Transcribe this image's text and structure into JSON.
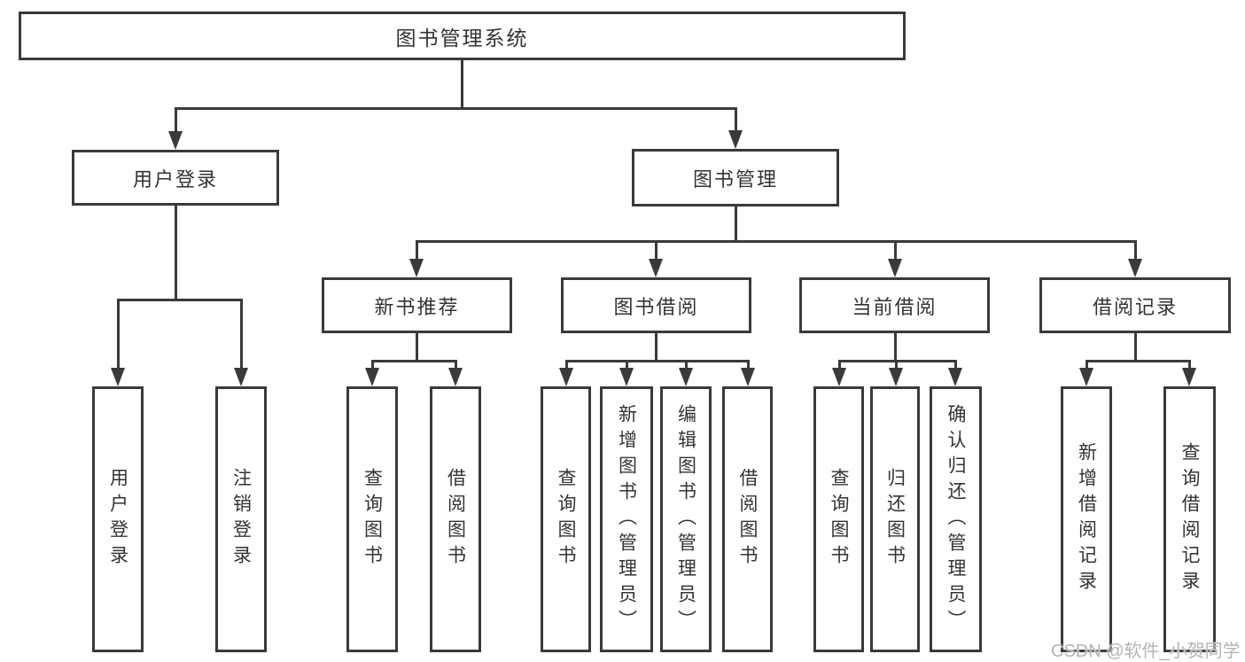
{
  "nodes": {
    "root": "图书管理系统",
    "level1": [
      "用户登录",
      "图书管理"
    ],
    "level2": [
      "新书推荐",
      "图书借阅",
      "当前借阅",
      "借阅记录"
    ],
    "leaves": [
      "用户登录",
      "注销登录",
      "查询图书",
      "借阅图书",
      "查询图书",
      "新增图书（管理员）",
      "编辑图书（管理员）",
      "借阅图书",
      "查询图书",
      "归还图书",
      "确认归还（管理员）",
      "新增借阅记录",
      "查询借阅记录"
    ]
  },
  "watermark": "CSDN @软件_小贺同学",
  "colors": {
    "line": "#3a3a3a",
    "border": "#3a3a3a",
    "text": "#333333",
    "watermark": "#b3b3b3",
    "background": "#ffffff"
  }
}
